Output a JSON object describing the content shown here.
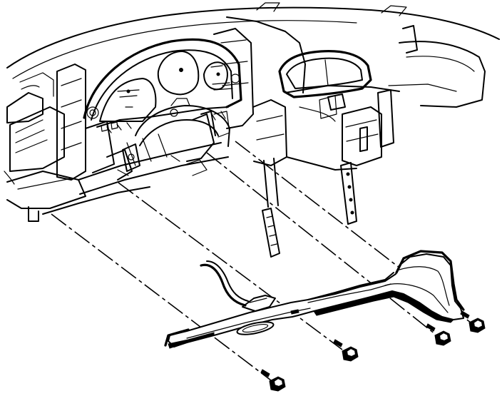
{
  "diagram": {
    "kind": "exploded-view line drawing",
    "components": [
      "instrument-panel-carrier",
      "instrument-cluster-housing",
      "hud-display-housing",
      "steering-column-opening",
      "knee-bolster-panel",
      "mounting-bolt"
    ],
    "fastener_count": 4,
    "colors": {
      "line": "#000000",
      "background": "#ffffff"
    }
  }
}
